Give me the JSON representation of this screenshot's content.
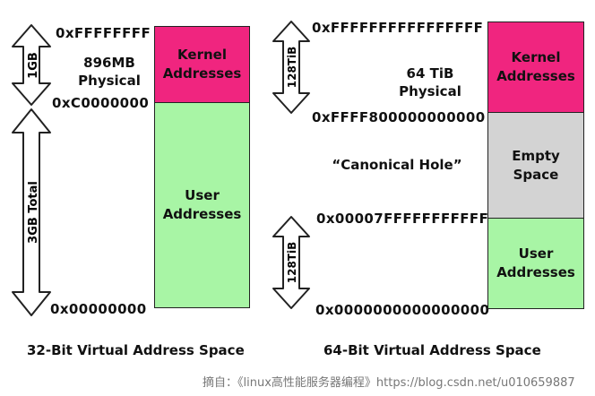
{
  "left": {
    "top_address": "0xFFFFFFFF",
    "mid_address": "0xC0000000",
    "bottom_address": "0x00000000",
    "kernel_physical": "896MB\nPhysical",
    "arrow_top_label": "1GB",
    "arrow_bottom_label": "3GB Total",
    "kernel_label": "Kernel\nAddresses",
    "user_label": "User\nAddresses",
    "title": "32-Bit Virtual Address Space"
  },
  "right": {
    "top_address": "0xFFFFFFFFFFFFFFFF",
    "kernel_start_address": "0xFFFF800000000000",
    "user_end_address": "0x00007FFFFFFFFFFF",
    "bottom_address": "0x0000000000000000",
    "kernel_physical": "64 TiB\nPhysical",
    "canonical_hole": "“Canonical Hole”",
    "arrow_top_label": "128TiB",
    "arrow_bottom_label": "128TiB",
    "kernel_label": "Kernel\nAddresses",
    "empty_label": "Empty\nSpace",
    "user_label": "User\nAddresses",
    "title": "64-Bit Virtual Address Space"
  },
  "colors": {
    "kernel": "#f0257f",
    "user": "#a8f5a5",
    "empty": "#d3d3d3"
  },
  "caption": "摘自：《linux高性能服务器编程》https://blog.csdn.net/u010659887"
}
